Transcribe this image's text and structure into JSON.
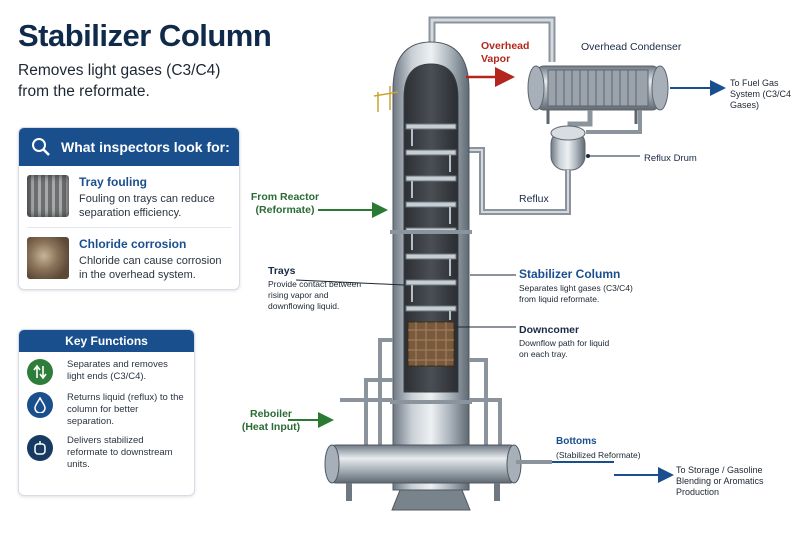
{
  "title": "Stabilizer Column",
  "subtitle": "Removes light gases (C3/C4) from the reformate.",
  "inspectors": {
    "heading": "What inspectors look for:",
    "items": [
      {
        "title": "Tray fouling",
        "text": "Fouling on trays can reduce separation efficiency."
      },
      {
        "title": "Chloride corrosion",
        "text": "Chloride can cause corrosion in the overhead system."
      }
    ]
  },
  "key_functions": {
    "heading": "Key Functions",
    "items": [
      {
        "icon": "up-down-arrows-icon",
        "text": "Separates and removes light ends (C3/C4)."
      },
      {
        "icon": "droplet-icon",
        "text": "Returns liquid (reflux) to the column for better separation."
      },
      {
        "icon": "tank-icon",
        "text": "Delivers stabilized reformate to downstream units."
      }
    ]
  },
  "labels": {
    "overhead_vapor": "Overhead Vapor",
    "overhead_condenser": "Overhead Condenser",
    "fuel_gas": "To Fuel Gas System (C3/C4 Gases)",
    "reflux_drum": "Reflux Drum",
    "reflux": "Reflux",
    "from_reactor": "From Reactor (Reformate)",
    "trays_title": "Trays",
    "trays_text": "Provide contact between rising vapor and downflowing liquid.",
    "stabilizer_title": "Stabilizer Column",
    "stabilizer_text": "Separates light gases (C3/C4) from liquid reformate.",
    "downcomer_title": "Downcomer",
    "downcomer_text": "Downflow path for liquid on each tray.",
    "reboiler": "Reboiler (Heat Input)",
    "bottoms_title": "Bottoms",
    "bottoms_sub": "(Stabilized Reformate)",
    "storage": "To Storage / Gasoline Blending or Aromatics Production"
  },
  "colors": {
    "navy": "#1a4f8e",
    "green_arrow": "#2a7a34",
    "red_arrow": "#b3261e",
    "steel": "#a9b2bb"
  }
}
